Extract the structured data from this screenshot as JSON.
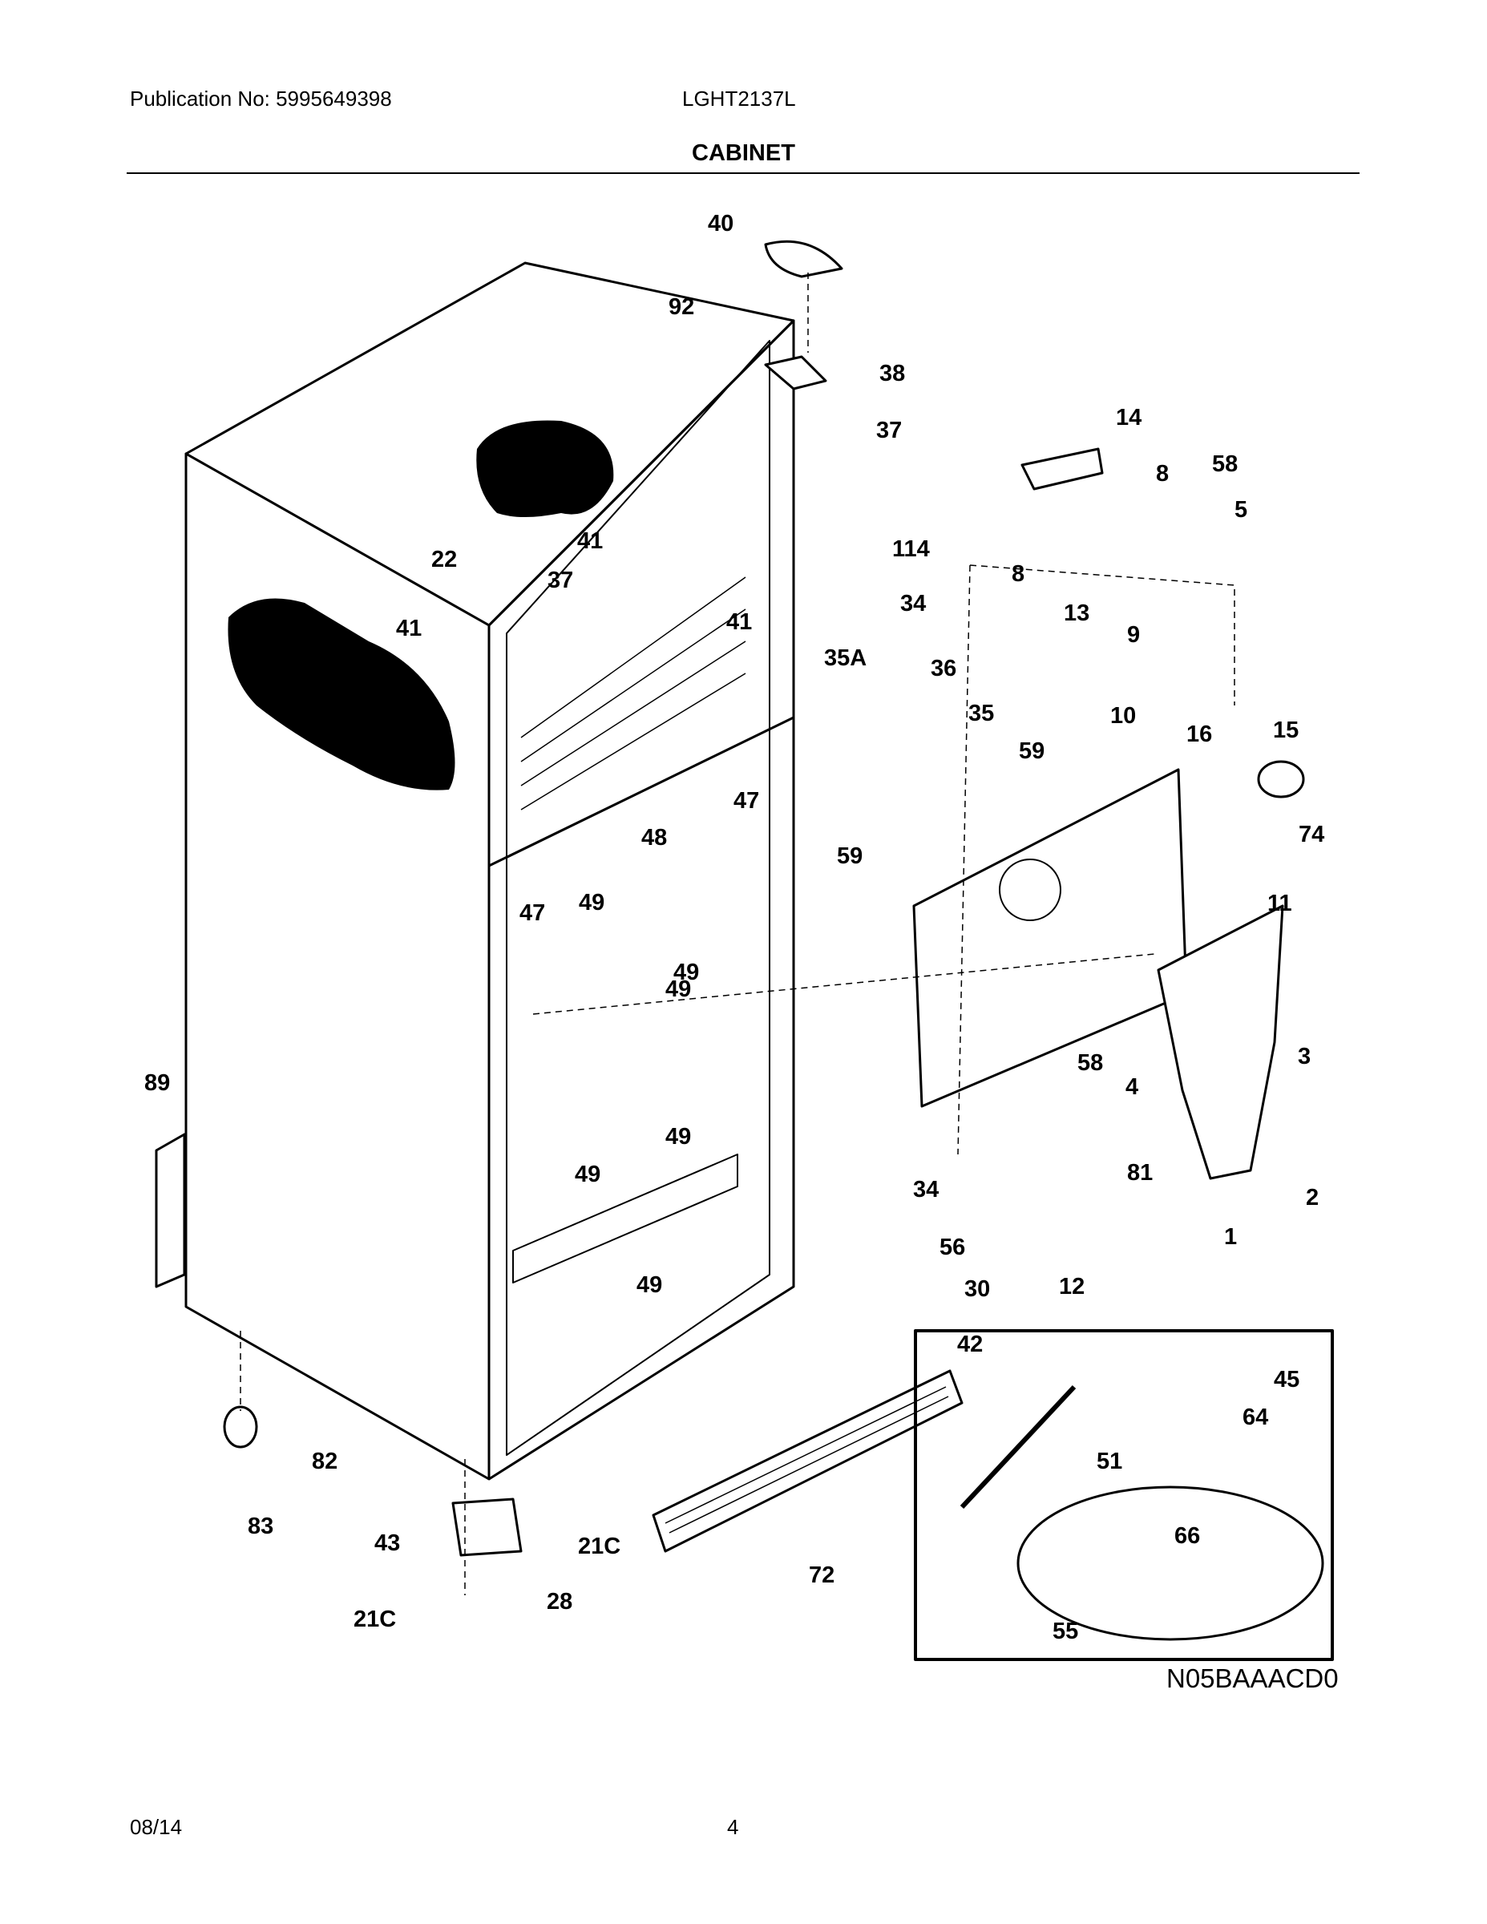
{
  "header": {
    "publication": "Publication No: 5995649398",
    "model": "LGHT2137L"
  },
  "title": "CABINET",
  "diagram_code": "N05BAAACD0",
  "footer": {
    "date": "08/14",
    "page": "4"
  },
  "part_labels": [
    "40",
    "92",
    "38",
    "37",
    "14",
    "8",
    "58",
    "5",
    "114",
    "8",
    "13",
    "9",
    "41",
    "22",
    "37",
    "41",
    "41",
    "34",
    "35A",
    "36",
    "35",
    "59",
    "10",
    "16",
    "15",
    "59",
    "74",
    "47",
    "48",
    "47",
    "49",
    "49",
    "11",
    "58",
    "3",
    "4",
    "89",
    "49",
    "49",
    "49",
    "1",
    "2",
    "81",
    "34",
    "56",
    "12",
    "30",
    "49",
    "42",
    "45",
    "64",
    "51",
    "82",
    "83",
    "66",
    "43",
    "21C",
    "28",
    "72",
    "55",
    "21C"
  ]
}
